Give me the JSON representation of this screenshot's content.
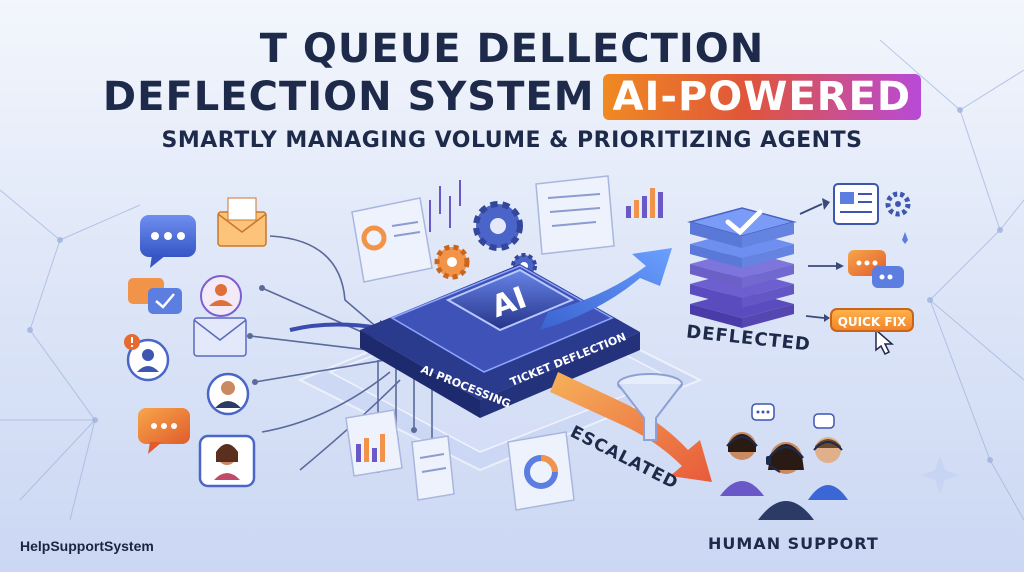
{
  "title": {
    "line1": "T QUEUE DELLECTION",
    "line2": "DEFLECTION SYSTEM",
    "badge": "AI-POWERED",
    "subtitle": "SMARTLY MANAGING VOLUME & PRIORITIZING AGENTS"
  },
  "hub": {
    "chip_label": "AI",
    "left_label": "AI PROCESSING",
    "right_label": "TICKET DEFLECTION"
  },
  "outcomes": {
    "deflected_label": "DEFLECTED",
    "quick_fix_label": "QUICK FIX",
    "escalated_label": "ESCALATED",
    "human_support_label": "HUMAN SUPPORT"
  },
  "brand": {
    "name": "HelpSupportSystem"
  },
  "colors": {
    "navy": "#1e2a4a",
    "accent_orange": "#f2862a",
    "accent_purple": "#8a4fd8",
    "accent_blue": "#3b66d6"
  }
}
